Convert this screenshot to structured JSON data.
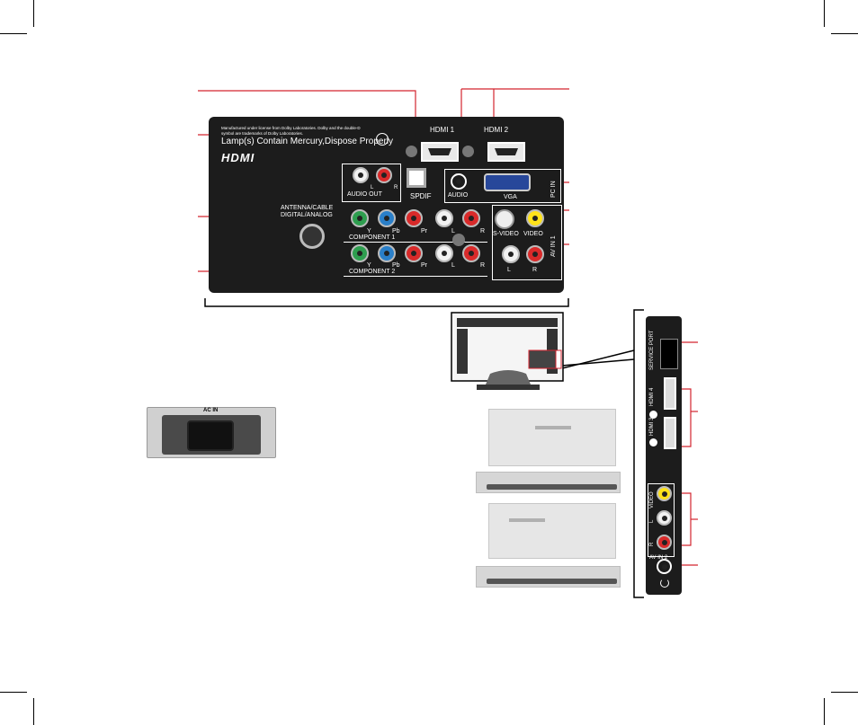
{
  "rear_panel": {
    "license_note": "Manufactured under license from Dolby Laboratories. Dolby and the double-D symbol are trademarks of Dolby Laboratories.",
    "lamp_warning": "Lamp(s) Contain Mercury,Dispose Properly",
    "hdmi_logo": "HDMI",
    "hdmi_ports": [
      "HDMI 1",
      "HDMI 2"
    ],
    "audio_out": {
      "label": "AUDIO OUT",
      "left": "L",
      "right": "R"
    },
    "spdif": "SPDIF",
    "pc_in": {
      "label": "PC IN",
      "audio": "AUDIO",
      "vga": "VGA"
    },
    "antenna": {
      "line1": "ANTENNA/CABLE",
      "line2": "DIGITAL/ANALOG"
    },
    "component1": {
      "label": "COMPONENT 1",
      "jacks": [
        "Y",
        "Pb",
        "Pr",
        "L",
        "R"
      ]
    },
    "component2": {
      "label": "COMPONENT 2",
      "jacks": [
        "Y",
        "Pb",
        "Pr",
        "L",
        "R"
      ]
    },
    "av_in_1": {
      "label": "AV IN 1",
      "svideo": "S-VIDEO",
      "video": "VIDEO",
      "left": "L",
      "right": "R"
    }
  },
  "side_panel": {
    "service_port": "SERVICE PORT",
    "hdmi4": "HDMI 4",
    "hdmi3": "HDMI 3",
    "video": "VIDEO",
    "left": "L",
    "right": "R",
    "av_in_2": "AV IN 2"
  },
  "ac_in": "AC IN",
  "colors": {
    "panel": "#1c1c1c",
    "green": "#2e9e4f",
    "blue": "#2a7fc9",
    "red": "#d92a2a",
    "white": "#f2f2f2",
    "yellow": "#ffe21a"
  }
}
